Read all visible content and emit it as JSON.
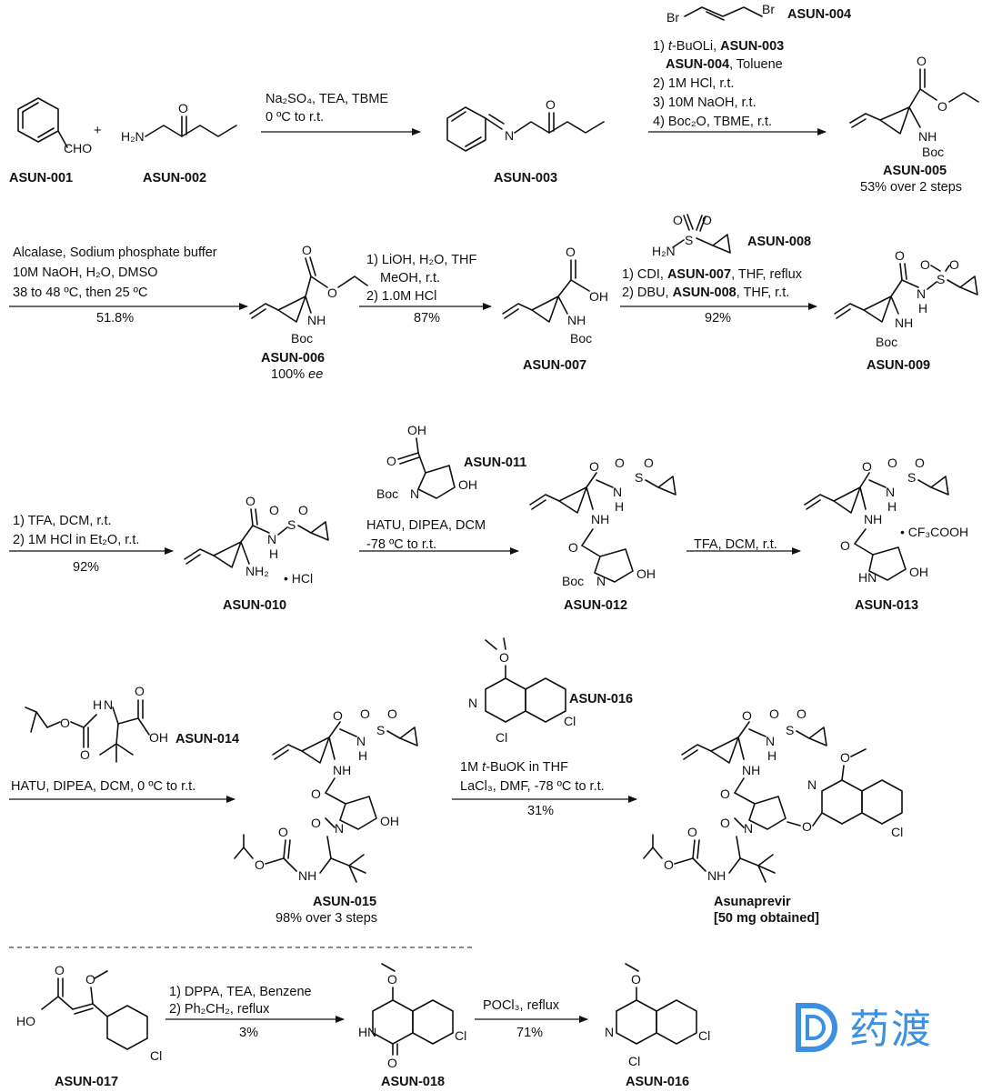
{
  "compounds": {
    "c001": "ASUN-001",
    "c002": "ASUN-002",
    "c003": "ASUN-003",
    "c004": "ASUN-004",
    "c005": "ASUN-005",
    "c006": "ASUN-006",
    "c007": "ASUN-007",
    "c008": "ASUN-008",
    "c009": "ASUN-009",
    "c010": "ASUN-010",
    "c011": "ASUN-011",
    "c012": "ASUN-012",
    "c013": "ASUN-013",
    "c014": "ASUN-014",
    "c015": "ASUN-015",
    "c016": "ASUN-016",
    "c017": "ASUN-017",
    "c018": "ASUN-018",
    "c016b": "ASUN-016",
    "final": "Asunaprevir",
    "final_note": "[50 mg obtained]"
  },
  "yields": {
    "c005": "53% over 2 steps",
    "s6": "51.8%",
    "c006_ee_prefix": "100% ",
    "c006_ee": "ee",
    "s7": "87%",
    "s9": "92%",
    "s10": "92%",
    "c015": "98% over 3 steps",
    "final_step": "31%",
    "s18": "3%",
    "s16": "71%"
  },
  "conditions": {
    "step3_l1": "Na₂SO₄, TEA, TBME",
    "step3_l2": "0 ºC to r.t.",
    "step5_l1a": "1) ",
    "step5_l1b": "t",
    "step5_l1c": "-BuOLi, ",
    "step5_l1d": "ASUN-003",
    "step5_l2a": "ASUN-004",
    "step5_l2b": ", Toluene",
    "step5_l3": "2) 1M HCl, r.t.",
    "step5_l4": "3) 10M NaOH, r.t.",
    "step5_l5": "4) Boc₂O, TBME, r.t.",
    "step6_l1": "Alcalase, Sodium phosphate buffer",
    "step6_l2": "10M NaOH, H₂O, DMSO",
    "step6_l3": "38 to 48 ºC, then 25 ºC",
    "step7_l1": "1) LiOH, H₂O, THF",
    "step7_l2": "MeOH, r.t.",
    "step7_l3": "2) 1.0M HCl",
    "step9_l1a": "1) CDI, ",
    "step9_l1b": "ASUN-007",
    "step9_l1c": ", THF, reflux",
    "step9_l2a": "2) DBU, ",
    "step9_l2b": "ASUN-008",
    "step9_l2c": ", THF, r.t.",
    "step10_l1": "1) TFA, DCM, r.t.",
    "step10_l2": "2) 1M HCl in Et₂O, r.t.",
    "step12_l1": "HATU, DIPEA, DCM",
    "step12_l2": "-78 ºC to r.t.",
    "step13_l1": "TFA, DCM, r.t.",
    "step15_l1": "HATU, DIPEA, DCM, 0 ºC to r.t.",
    "final_l1a": "1M ",
    "final_l1b": "t",
    "final_l1c": "-BuOK in THF",
    "final_l2": "LaCl₃, DMF, -78 ºC to r.t.",
    "step18_l1": "1) DPPA, TEA, Benzene",
    "step18_l2": "2) Ph₂CH₂, reflux",
    "step16_l1": "POCl₃, reflux"
  },
  "atoms": {
    "cho": "CHO",
    "h2n": "H₂N",
    "o": "O",
    "n": "N",
    "nh": "NH",
    "boc": "Boc",
    "br": "Br",
    "oh": "OH",
    "s": "S",
    "h": "H",
    "nh2": "NH₂",
    "hcl": "• HCl",
    "tfa_salt": "• CF₃COOH",
    "hn": "HN",
    "cl": "Cl",
    "ho": "HO",
    "plus": "+",
    "methoxy": "O"
  },
  "watermark": {
    "text": "药渡",
    "icon": "yaodu-logo-icon",
    "color": "#3d8fe0"
  }
}
